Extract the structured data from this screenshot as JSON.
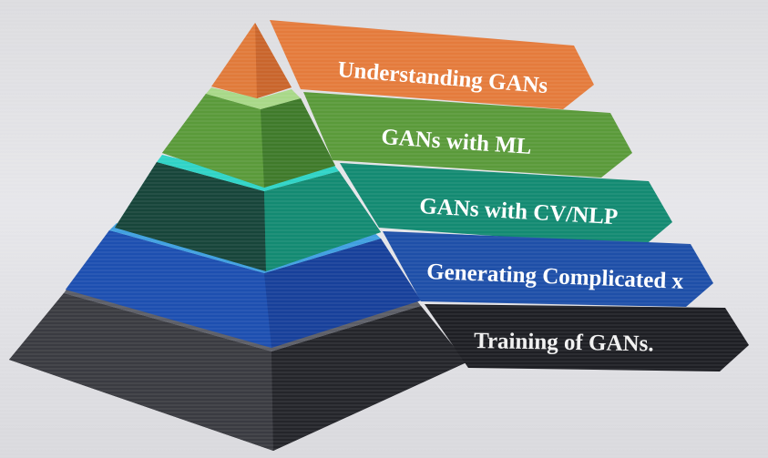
{
  "diagram": {
    "levels": [
      {
        "label": "Understanding GANs",
        "color": "#e47b3c"
      },
      {
        "label": "GANs with ML",
        "color": "#5a9a3a"
      },
      {
        "label": "GANs with CV/NLP",
        "color": "#138a72"
      },
      {
        "label": "Generating Complicated x",
        "color": "#1e4fa8"
      },
      {
        "label": "Training of GANs.",
        "color": "#1e1f24"
      }
    ]
  }
}
